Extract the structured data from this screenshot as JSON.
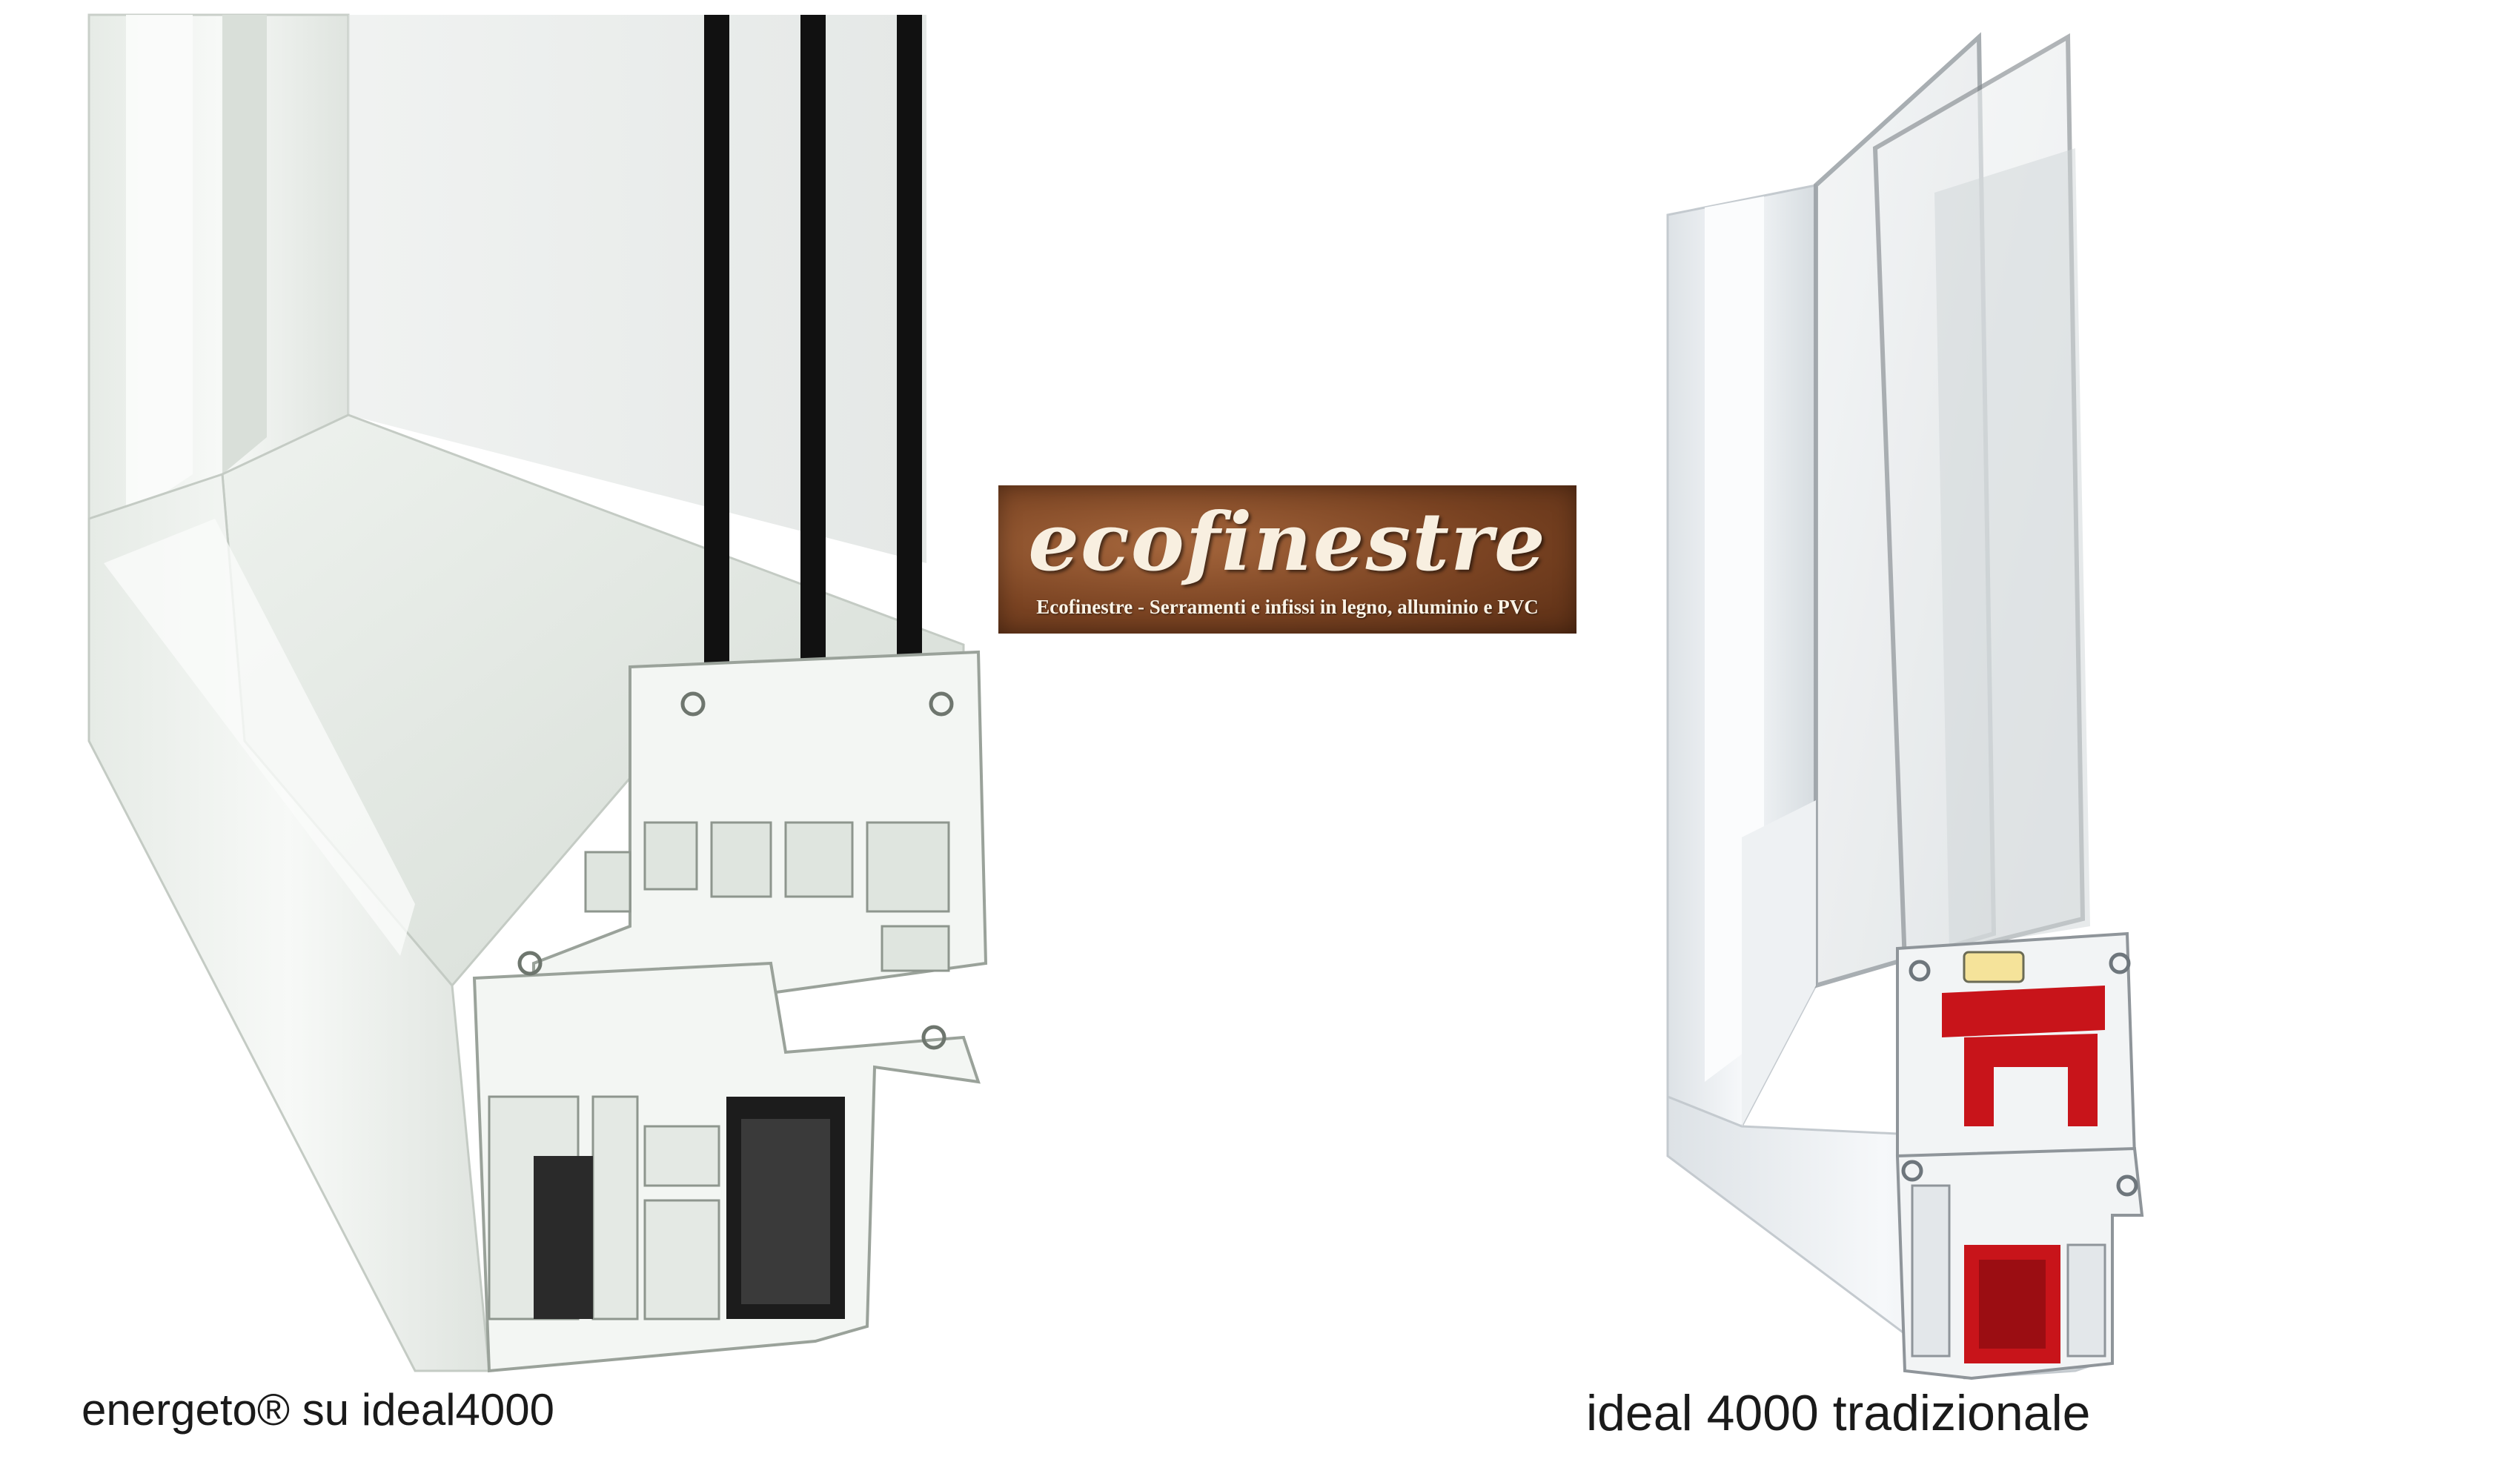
{
  "logo": {
    "brand": "ecofinestre",
    "tagline": "Ecofinestre - Serramenti e infissi in legno, alluminio e PVC"
  },
  "left_product": {
    "caption": "energeto® su ideal4000"
  },
  "right_product": {
    "caption": "ideal 4000 tradizionale"
  },
  "colors": {
    "profile_white": "#f2f4f2",
    "reinforcement_red": "#c8141a",
    "gasket_black": "#111111",
    "bond_orange": "#e8a050",
    "logo_brown": "#7a4322"
  }
}
